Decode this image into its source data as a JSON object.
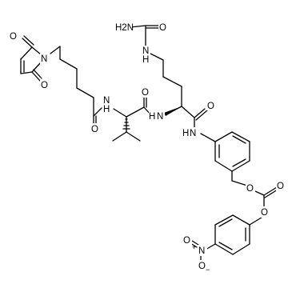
{
  "atoms": {
    "urea_nh2": "H2N",
    "urea_o": "O",
    "urea_nh": "N",
    "urea_nh_h": "H",
    "amide_nh_cit": "N",
    "amide_nh_cit_h": "H",
    "amide_o_cit": "O",
    "anilide_nh": "N",
    "anilide_nh_h": "H",
    "amide_o_val": "O",
    "amide_nh_val": "N",
    "amide_nh_val_h": "H",
    "amide_o_hex": "O",
    "mal_n": "N",
    "mal_o_top": "O",
    "mal_o_bottom": "O",
    "benzyl_o": "O",
    "carbonate_o_dbl": "O",
    "carbonate_o_aryl": "O",
    "nitro_o_left": "O",
    "nitro_plus": "+",
    "nitro_n": "N",
    "nitro_o_bottom": "O",
    "nitro_minus": "−"
  },
  "colors": {
    "bond": "#000000",
    "background": "#ffffff"
  }
}
